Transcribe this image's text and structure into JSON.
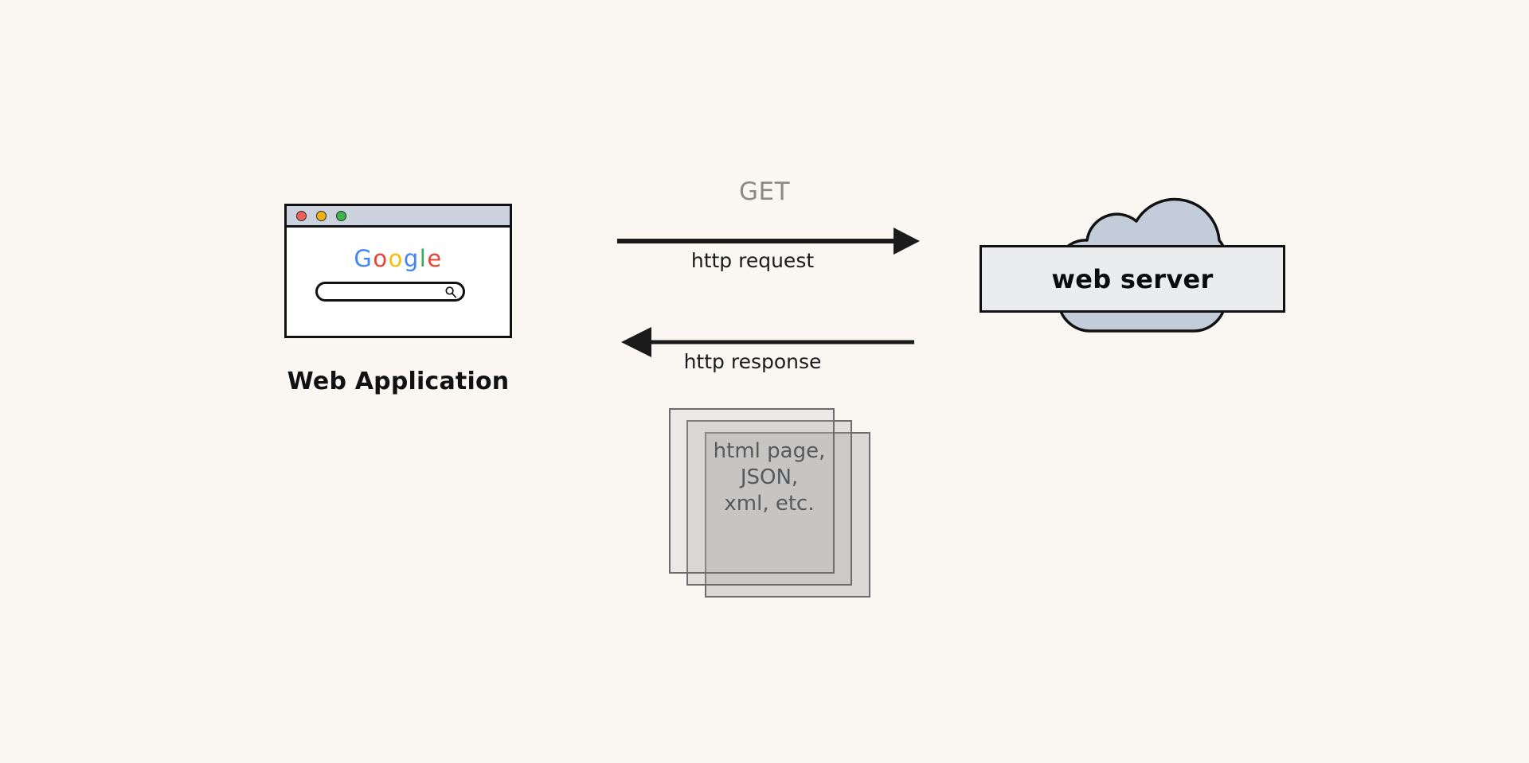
{
  "diagram": {
    "title": "HTTP request/response between web application and web server",
    "background_color": "#faf7f3"
  },
  "client": {
    "caption": "Web Application",
    "browser": {
      "name": "browser-window",
      "titlebar_color": "#ccd3de",
      "dots": [
        {
          "name": "close-dot",
          "color": "#ee5f5b"
        },
        {
          "name": "minimize-dot",
          "color": "#f1b211"
        },
        {
          "name": "maximize-dot",
          "color": "#3cb54a"
        }
      ],
      "logo": {
        "text": "Google",
        "letters": [
          {
            "char": "G",
            "color": "#4285f4"
          },
          {
            "char": "o",
            "color": "#ea4335"
          },
          {
            "char": "o",
            "color": "#fbbc05"
          },
          {
            "char": "g",
            "color": "#4285f4"
          },
          {
            "char": "l",
            "color": "#34a853"
          },
          {
            "char": "e",
            "color": "#ea4335"
          }
        ]
      },
      "search": {
        "value": "",
        "placeholder": "",
        "icon": "magnifier-icon"
      }
    }
  },
  "flow": {
    "request": {
      "method_label": "GET",
      "method_color": "#8d8a86",
      "label": "http request",
      "direction": "left-to-right",
      "color": "#1b1b1b"
    },
    "response": {
      "label": "http response",
      "direction": "right-to-left",
      "color": "#1b1b1b"
    },
    "payload": {
      "lines": [
        "html page,",
        "JSON,",
        "xml, etc."
      ],
      "text": "html page,\nJSON,\nxml, etc.",
      "sheet_count": 3,
      "text_color": "#55595c"
    }
  },
  "server": {
    "label": "web server",
    "cloud_fill": "#c3cdda",
    "band_fill": "#eaecee",
    "stroke": "#111111"
  }
}
